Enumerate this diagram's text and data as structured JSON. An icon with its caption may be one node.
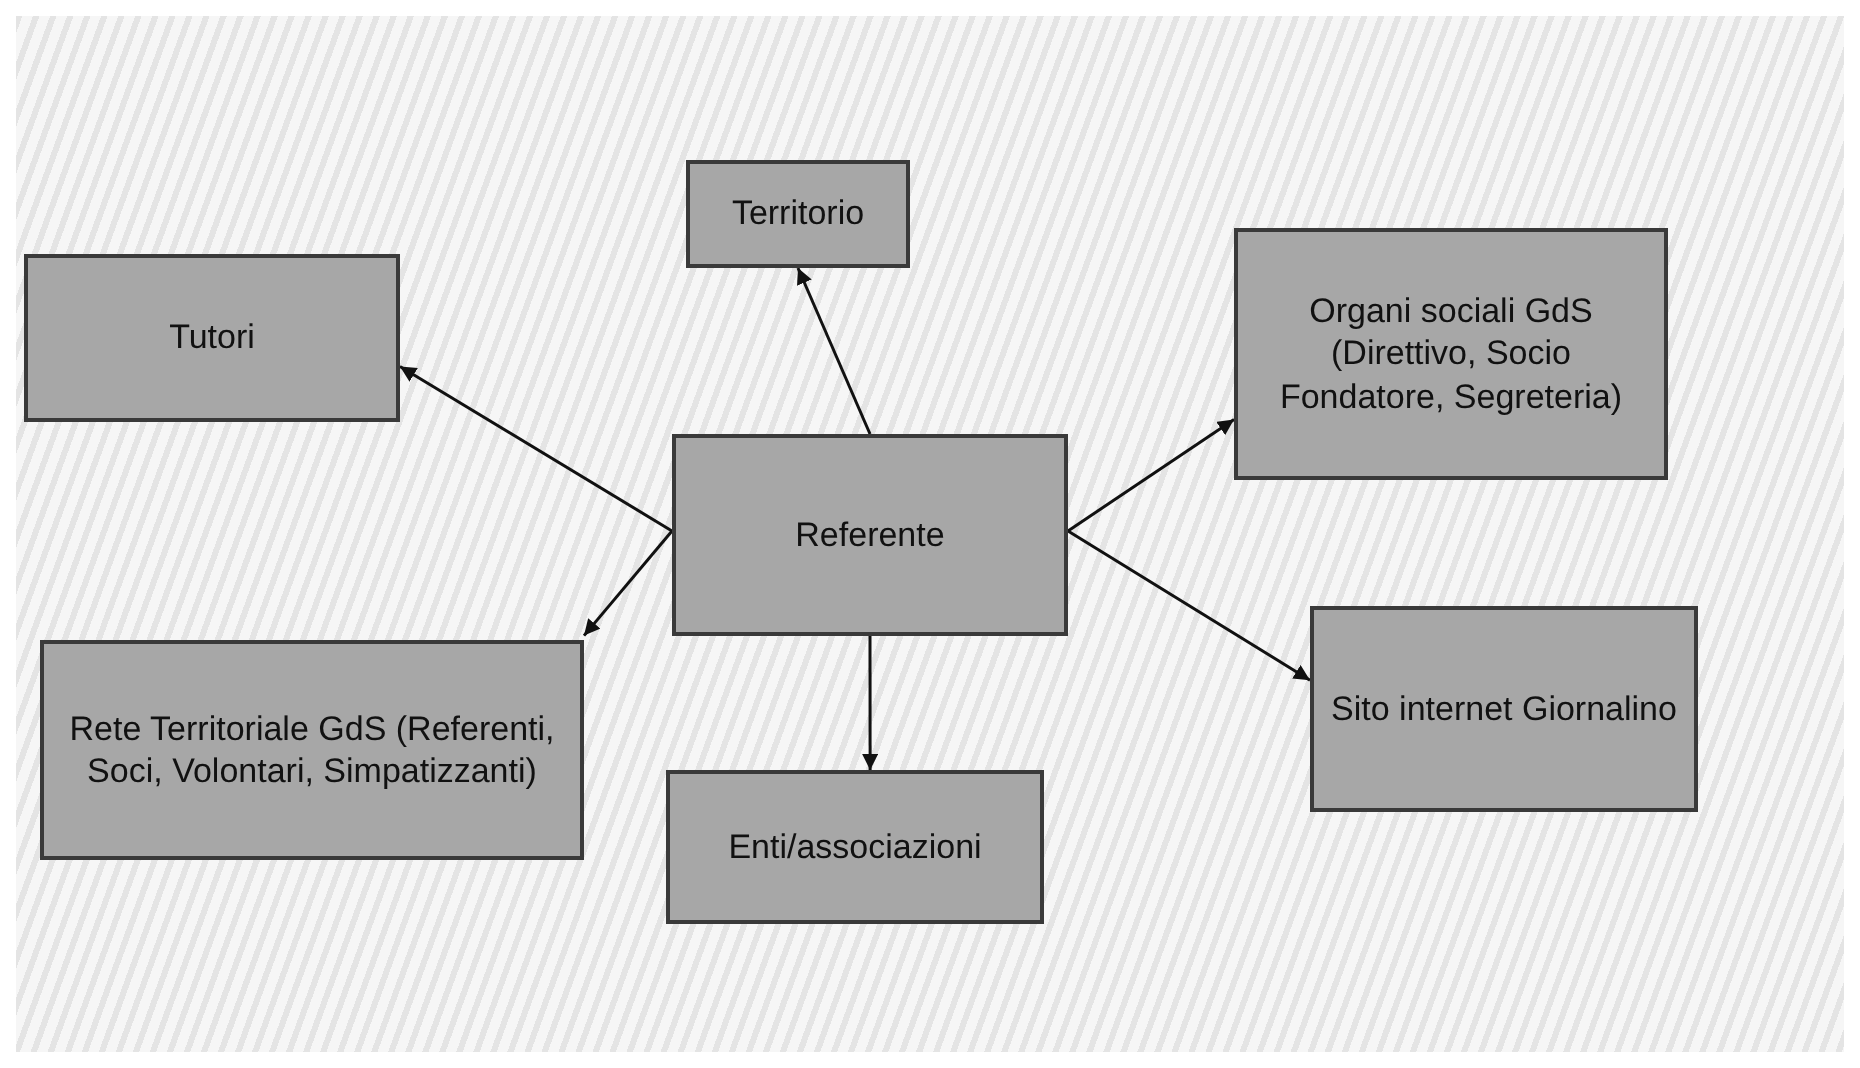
{
  "diagram": {
    "nodes": [
      {
        "text": [
          "Territorio"
        ]
      },
      {
        "text": [
          "Tutori"
        ]
      },
      {
        "text": [
          "Organi sociali GdS (Direttivo, Socio Fondatore, Segreteria)"
        ]
      },
      {
        "text": [
          "Referente"
        ]
      },
      {
        "text": [
          "Rete Territoriale GdS (Referenti, Soci, Volontari, Simpatizzanti)"
        ]
      },
      {
        "text": [
          "Sito internet Giornalino"
        ]
      },
      {
        "text": [
          "Enti/associazioni"
        ]
      }
    ],
    "edges": [
      {
        "from": 3,
        "to": 0,
        "arrow": "to"
      },
      {
        "from": 3,
        "to": 1,
        "arrow": "to"
      },
      {
        "from": 3,
        "to": 2,
        "arrow": "to"
      },
      {
        "from": 3,
        "to": 4,
        "arrow": "to"
      },
      {
        "from": 3,
        "to": 5,
        "arrow": "to"
      },
      {
        "from": 3,
        "to": 6,
        "arrow": "to"
      }
    ]
  }
}
